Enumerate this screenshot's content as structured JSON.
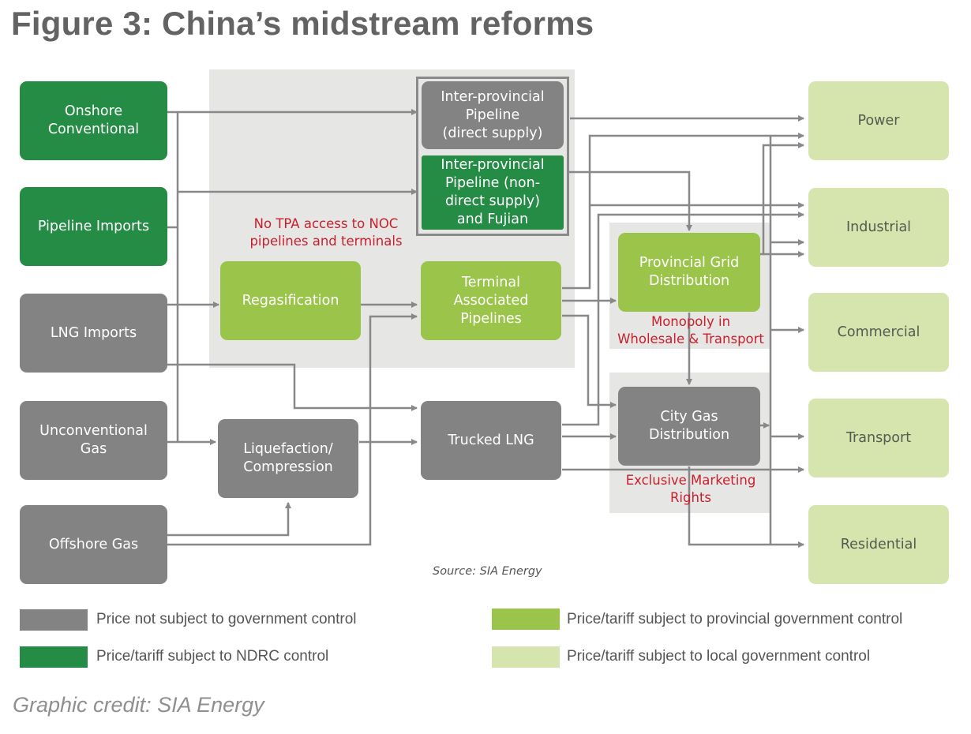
{
  "title": "Figure 3: China’s midstream reforms",
  "colors": {
    "not_controlled": "#828382",
    "ndrc": "#258c46",
    "provincial": "#9bc54a",
    "local": "#d6e5ad",
    "annotation": "#c8202c",
    "arrow": "#888888"
  },
  "sources": {
    "onshore": "Onshore\nConventional",
    "pipeline_imports": "Pipeline Imports",
    "lng_imports": "LNG Imports",
    "unconventional": "Unconventional\nGas",
    "offshore": "Offshore Gas"
  },
  "midstream": {
    "ipp_direct": "Inter-provincial\nPipeline\n(direct supply)",
    "ipp_nondirect": "Inter-provincial\nPipeline (non-\ndirect supply)\nand Fujian",
    "regas": "Regasification",
    "terminal": "Terminal\nAssociated\nPipelines",
    "liquefaction": "Liquefaction/\nCompression",
    "trucked": "Trucked LNG",
    "provincial_grid": "Provincial Grid\nDistribution",
    "city_gas": "City Gas\nDistribution"
  },
  "end_users": {
    "power": "Power",
    "industrial": "Industrial",
    "commercial": "Commercial",
    "transport": "Transport",
    "residential": "Residential"
  },
  "notes": {
    "no_tpa": "No TPA access to NOC\npipelines and terminals",
    "monopoly": "Monopoly in\nWholesale & Transport",
    "exclusive": "Exclusive Marketing\nRights"
  },
  "source_text": "Source: SIA Energy",
  "legend": [
    {
      "label": "Price not subject to government control",
      "color": "#828382"
    },
    {
      "label": "Price/tariff subject to NDRC control",
      "color": "#258c46"
    },
    {
      "label": "Price/tariff subject to provincial government control",
      "color": "#9bc54a"
    },
    {
      "label": "Price/tariff subject to local government control",
      "color": "#d6e5ad"
    }
  ],
  "credit": "Graphic credit: SIA Energy"
}
